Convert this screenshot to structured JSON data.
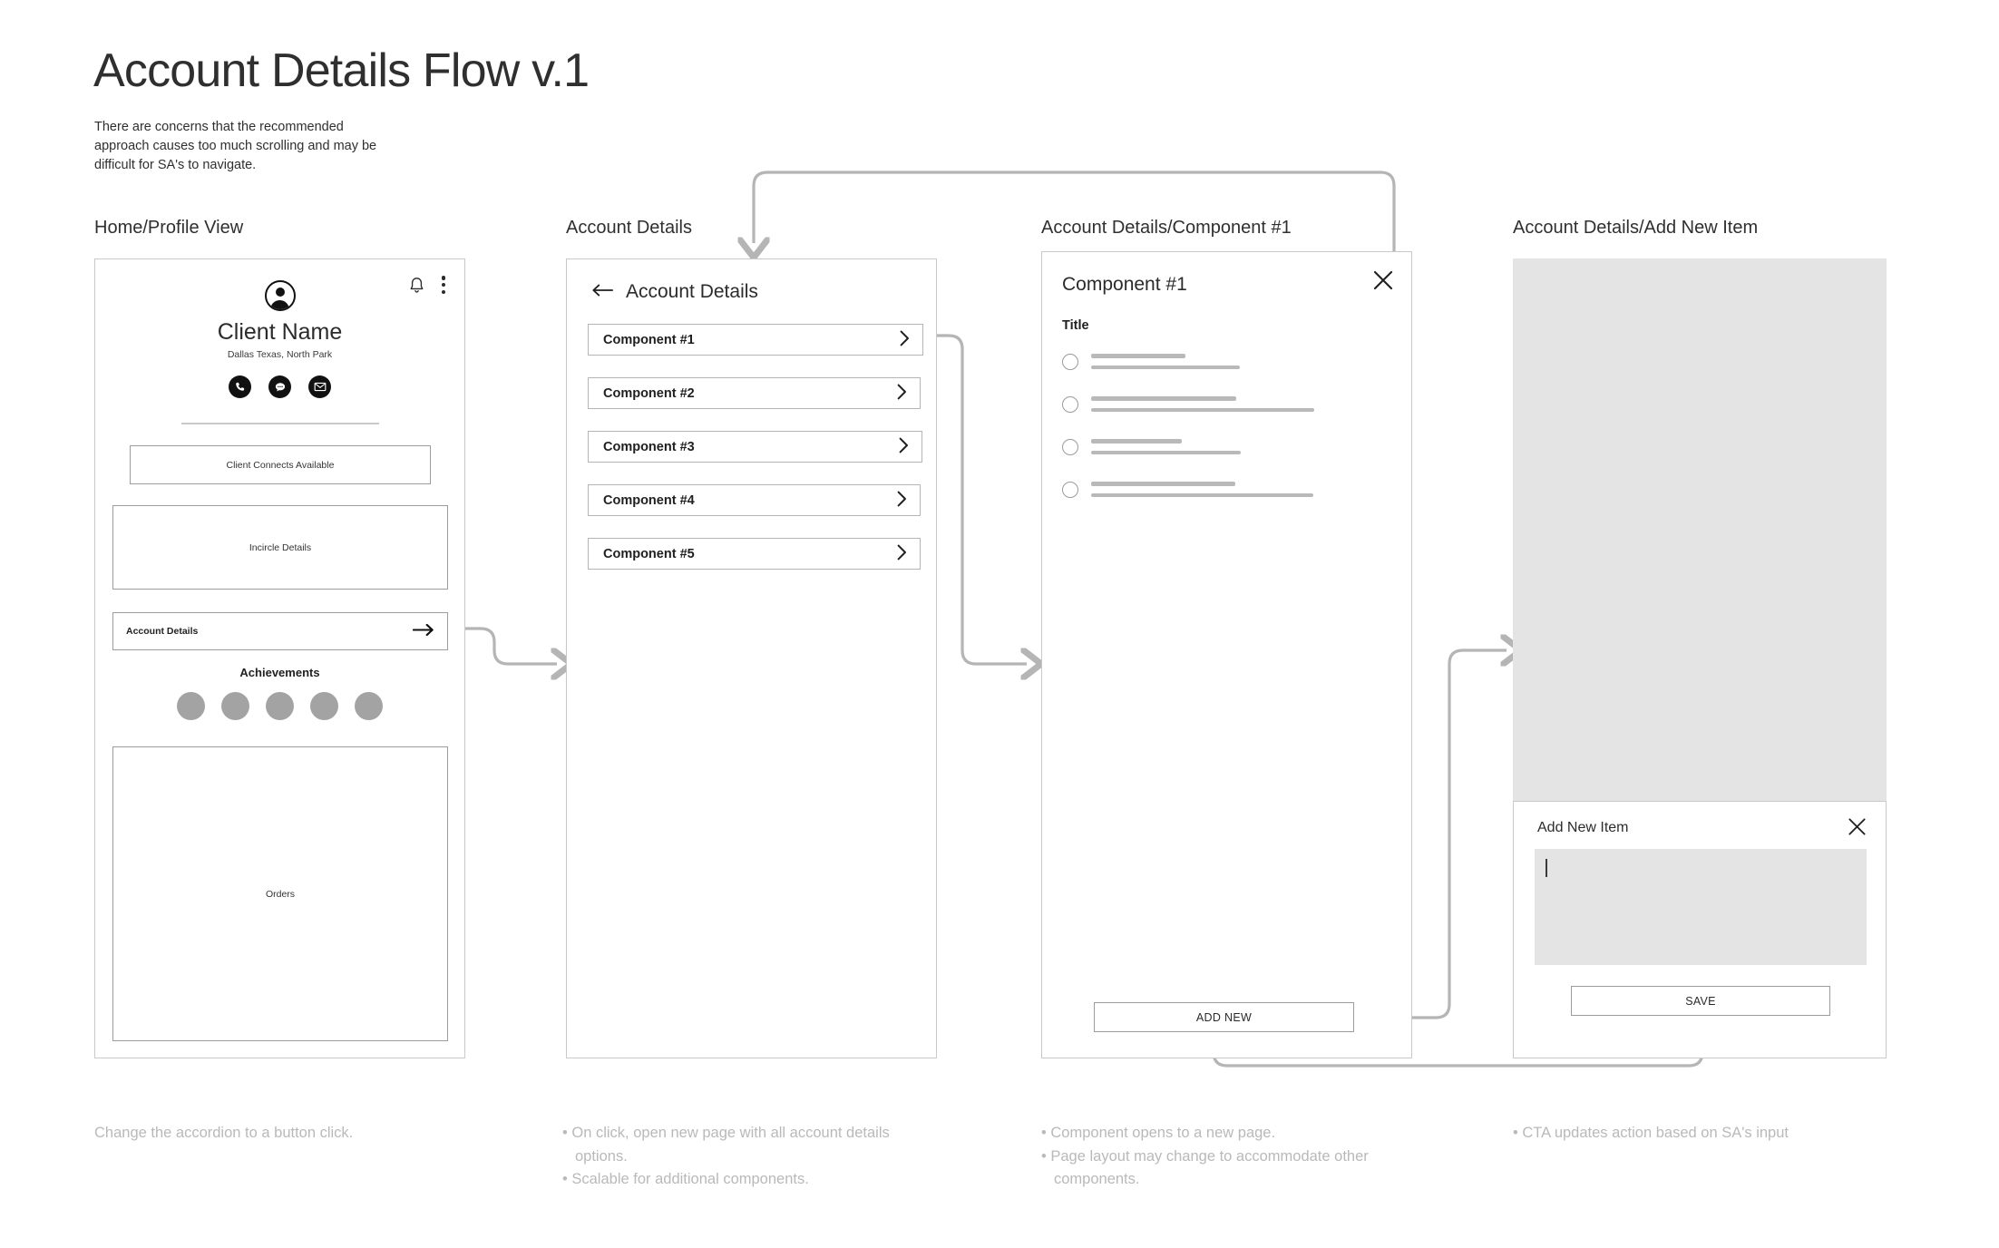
{
  "header": {
    "title": "Account Details Flow v.1",
    "subtitle": "There are concerns that the recommended approach causes too much scrolling and may be difficult for SA's to navigate."
  },
  "columns": [
    {
      "label": "Home/Profile View"
    },
    {
      "label": "Account Details"
    },
    {
      "label": "Account Details/Component #1"
    },
    {
      "label": "Account Details/Add New Item"
    }
  ],
  "screen1": {
    "icons": {
      "bell": "bell-icon",
      "kebab": "kebab-menu-icon",
      "avatar": "avatar-icon"
    },
    "client_name": "Client Name",
    "client_location": "Dallas Texas, North Park",
    "contacts": [
      {
        "name": "phone-icon"
      },
      {
        "name": "chat-icon"
      },
      {
        "name": "email-icon"
      }
    ],
    "client_connects": "Client Connects Available",
    "incircle": "Incircle Details",
    "account_details": "Account Details",
    "account_details_icon": "arrow-right-icon",
    "achievements_title": "Achievements",
    "achievements_count": 5,
    "orders": "Orders"
  },
  "screen2": {
    "back_icon": "arrow-left-icon",
    "title": "Account Details",
    "components": [
      "Component #1",
      "Component #2",
      "Component #3",
      "Component #4",
      "Component #5"
    ],
    "chevron_icon": "chevron-right-icon"
  },
  "screen3": {
    "title": "Component #1",
    "close_icon": "close-icon",
    "section_label": "Title",
    "options": [
      {
        "line1": 104,
        "line2": 164
      },
      {
        "line1": 160,
        "line2": 246
      },
      {
        "line1": 100,
        "line2": 165
      },
      {
        "line1": 159,
        "line2": 245
      }
    ],
    "cta_label": "ADD NEW"
  },
  "screen4": {
    "modal_title": "Add New Item",
    "close_icon": "close-icon",
    "input_value": "",
    "cta_label": "SAVE"
  },
  "captions": [
    {
      "text": "Change the accordion to a button click.",
      "bullets": []
    },
    {
      "text": "",
      "bullets": [
        "On click, open new page with all account details options.",
        "Scalable for additional components."
      ]
    },
    {
      "text": "",
      "bullets": [
        "Component opens to a new page.",
        "Page layout may change to accommodate other components."
      ]
    },
    {
      "text": "",
      "bullets": [
        "CTA updates action based on SA's input"
      ]
    }
  ],
  "colors": {
    "connector": "#b5b5b5",
    "frame_border": "#c9c9c9",
    "placeholder": "#b9b9b9",
    "overlay": "#e4e4e4",
    "caption": "#b9b9b9"
  }
}
